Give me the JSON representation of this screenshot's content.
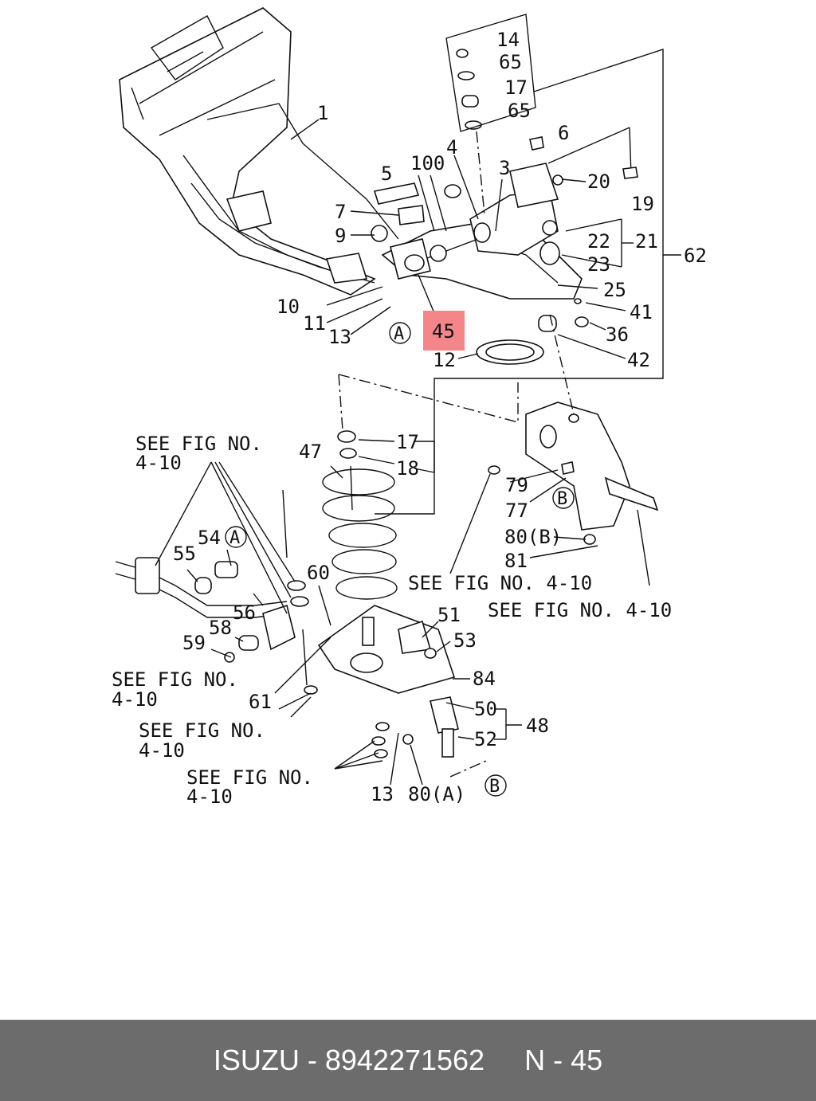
{
  "diagram": {
    "callouts": [
      {
        "id": "c14",
        "text": "14"
      },
      {
        "id": "c65a",
        "text": "65"
      },
      {
        "id": "c17a",
        "text": "17"
      },
      {
        "id": "c65b",
        "text": "65"
      },
      {
        "id": "c6",
        "text": "6"
      },
      {
        "id": "c1",
        "text": "1"
      },
      {
        "id": "c4",
        "text": "4"
      },
      {
        "id": "c3",
        "text": "3"
      },
      {
        "id": "c5",
        "text": "5"
      },
      {
        "id": "c100",
        "text": "100"
      },
      {
        "id": "c20",
        "text": "20"
      },
      {
        "id": "c19",
        "text": "19"
      },
      {
        "id": "c7",
        "text": "7"
      },
      {
        "id": "c9",
        "text": "9"
      },
      {
        "id": "c22",
        "text": "22"
      },
      {
        "id": "c21",
        "text": "21"
      },
      {
        "id": "c62",
        "text": "62"
      },
      {
        "id": "c23",
        "text": "23"
      },
      {
        "id": "c25",
        "text": "25"
      },
      {
        "id": "c10",
        "text": "10"
      },
      {
        "id": "c41",
        "text": "41"
      },
      {
        "id": "c11",
        "text": "11"
      },
      {
        "id": "c36",
        "text": "36"
      },
      {
        "id": "c13a",
        "text": "13"
      },
      {
        "id": "cA1",
        "text": "A"
      },
      {
        "id": "c45",
        "text": "45"
      },
      {
        "id": "c12",
        "text": "12"
      },
      {
        "id": "c42",
        "text": "42"
      },
      {
        "id": "c17b",
        "text": "17"
      },
      {
        "id": "c47",
        "text": "47"
      },
      {
        "id": "c18",
        "text": "18"
      },
      {
        "id": "c79",
        "text": "79"
      },
      {
        "id": "cB1",
        "text": "B"
      },
      {
        "id": "c77",
        "text": "77"
      },
      {
        "id": "c54",
        "text": "54"
      },
      {
        "id": "cA2",
        "text": "A"
      },
      {
        "id": "c80b",
        "text": "80(B)"
      },
      {
        "id": "c55",
        "text": "55"
      },
      {
        "id": "c81",
        "text": "81"
      },
      {
        "id": "c60",
        "text": "60"
      },
      {
        "id": "c56",
        "text": "56"
      },
      {
        "id": "c51",
        "text": "51"
      },
      {
        "id": "c58",
        "text": "58"
      },
      {
        "id": "c59",
        "text": "59"
      },
      {
        "id": "c53",
        "text": "53"
      },
      {
        "id": "c84",
        "text": "84"
      },
      {
        "id": "c61",
        "text": "61"
      },
      {
        "id": "c50",
        "text": "50"
      },
      {
        "id": "c48",
        "text": "48"
      },
      {
        "id": "c52",
        "text": "52"
      },
      {
        "id": "cB2",
        "text": "B"
      },
      {
        "id": "c13b",
        "text": "13"
      },
      {
        "id": "c80a",
        "text": "80(A)"
      }
    ],
    "references": [
      {
        "id": "r1",
        "line1": "SEE FIG NO.",
        "line2": "4-10"
      },
      {
        "id": "r2",
        "line1": "SEE FIG NO. 4-10",
        "line2": ""
      },
      {
        "id": "r3",
        "line1": "SEE FIG NO. 4-10",
        "line2": ""
      },
      {
        "id": "r4",
        "line1": "SEE FIG NO.",
        "line2": "4-10"
      },
      {
        "id": "r5",
        "line1": "SEE FIG NO.",
        "line2": "4-10"
      },
      {
        "id": "r6",
        "line1": "SEE FIG NO.",
        "line2": "4-10"
      }
    ],
    "highlighted_part": "45",
    "highlight_color": "#f4868a"
  },
  "footer": {
    "brand": "ISUZU",
    "separator": " - ",
    "part_number": "8942271562",
    "position_label": "N - 45",
    "background": "#6c6c6c"
  }
}
